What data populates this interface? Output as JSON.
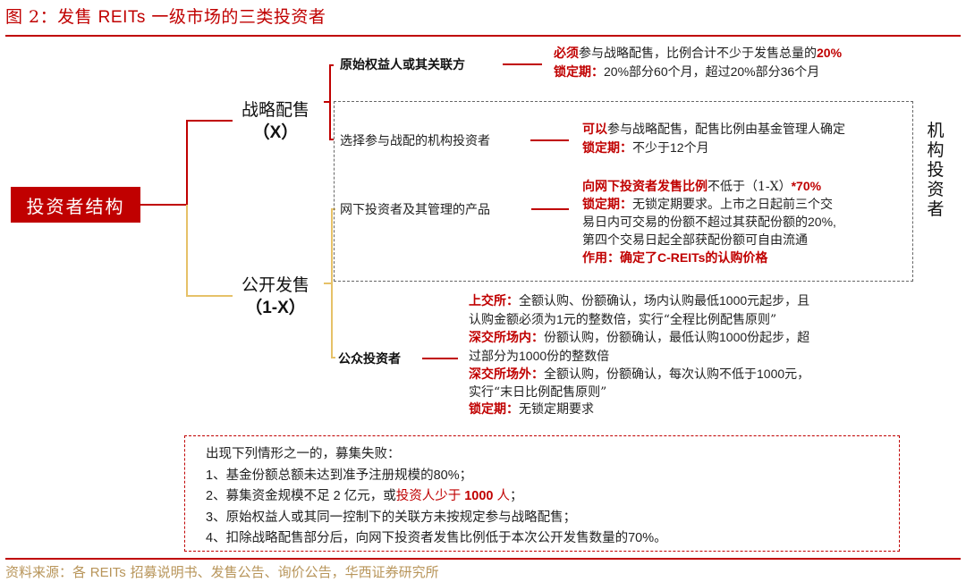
{
  "header": {
    "title_prefix": "图 2：发售 ",
    "title_latin": "REITs",
    "title_suffix": " 一级市场的三类投资者"
  },
  "root": {
    "label": "投资者结构",
    "color": "#c00000"
  },
  "branches": [
    {
      "label": "战略配售",
      "sub": "（X）",
      "line_color": "#c00000"
    },
    {
      "label": "公开发售",
      "sub": "（1-X）",
      "line_color": "#e6c168"
    }
  ],
  "investors": [
    {
      "label": "原始权益人或其关联方",
      "desc": {
        "l1_hl": "必须",
        "l1_text": "参与战略配售，比例合计不少于发售总量的",
        "l1_hlnum": "20%",
        "l2_hl": "锁定期：",
        "l2_n1": "20%",
        "l2_t1": "部分",
        "l2_n2": "60",
        "l2_t2": "个月，超过",
        "l2_n3": "20%",
        "l2_t3": "部分",
        "l2_n4": "36",
        "l2_t4": "个月"
      }
    },
    {
      "label": "选择参与战配的机构投资者",
      "desc": {
        "l1_hl": "可以",
        "l1_text": "参与战略配售，配售比例由基金管理人确定",
        "l2_hl": "锁定期：",
        "l2_t1": "不少于",
        "l2_n1": "12",
        "l2_t2": "个月"
      }
    },
    {
      "label": "网下投资者及其管理的产品",
      "desc": {
        "l1_hl": "向网下投资者发售比例",
        "l1_text": "不低于（1-X）",
        "l1_hlnum": "*70%",
        "l2_hl": "锁定期：",
        "l2_text": "无锁定期要求。上市之日起前三个交",
        "l3_text": "易日内可交易的份额不超过其获配份额的",
        "l3_num": "20%,",
        "l4_text": "第四个交易日起全部获配份额可自由流通",
        "l5_hl1": "作用：确定了",
        "l5_hlnum": "C-REITs",
        "l5_hl2": "的认购价格"
      }
    },
    {
      "label": "公众投资者",
      "desc": {
        "sse_hl": "上交所：",
        "sse_t1": "全额认购、份额确认，场内认购最低",
        "sse_n1": "1000",
        "sse_t2": "元起步，且",
        "sse_t3": "认购金额必须为",
        "sse_n2": "1",
        "sse_t4": "元的整数倍，实行“全程比例配售原则”",
        "szin_hl": "深交所场内：",
        "szin_t1": "份额认购，份额确认，最低认购",
        "szin_n1": "1000",
        "szin_t2": "份起步，超",
        "szin_t3": "过部分为",
        "szin_n2": "1000",
        "szin_t4": "份的整数倍",
        "szout_hl": "深交所场外：",
        "szout_t1": "全额认购，份额确认，每次认购不低于",
        "szout_n1": "1000",
        "szout_t2": "元，",
        "szout_t3": "实行“末日比例配售原则”",
        "lock_hl": "锁定期：",
        "lock_text": "无锁定期要求"
      }
    }
  ],
  "institutional_label": "机构投资者",
  "failure": {
    "intro": "出现下列情形之一的，募集失败：",
    "items": [
      {
        "num": "1",
        "text": "、基金份额总额未达到准予注册规模的",
        "tail_num": "80%",
        "tail": "；"
      },
      {
        "num": "2",
        "text": "、募集资金规模不足",
        "n2": " 2 ",
        "text2": "亿元，或",
        "hl": "投资人少于",
        "hlnum": " 1000 ",
        "hl2": "人",
        "tail": "；"
      },
      {
        "num": "3",
        "text": "、原始权益人或其同一控制下的关联方未按规定参与战略配售；"
      },
      {
        "num": "4",
        "text": "、扣除战略配售部分后，向网下投资者发售比例低于本次公开发售数量的",
        "tail_num": "70%",
        "tail": "。"
      }
    ]
  },
  "footer": {
    "source_prefix": "资料来源：各 ",
    "source_latin": "REITs",
    "source_suffix": " 招募说明书、发售公告、询价公告，华西证券研究所"
  }
}
